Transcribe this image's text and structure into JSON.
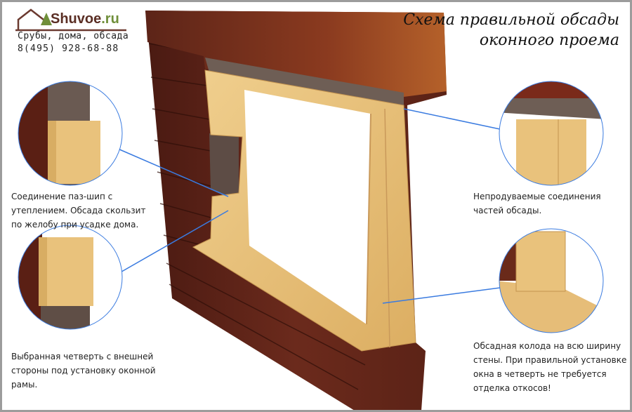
{
  "logo": {
    "name": "Shuvoe",
    "tld": ".ru",
    "tagline": "Срубы, дома, обсада",
    "phone": "8(495) 928-68-88"
  },
  "title": {
    "line1": "Схема правильной обсады",
    "line2": "оконного проема"
  },
  "notes": {
    "left_top": [
      "Соединение паз-шип с",
      "утеплением. Обсада скользит",
      "по желобу при усадке дома."
    ],
    "left_bottom": [
      "Выбранная четверть с внешней",
      "стороны под установку оконной",
      "рамы."
    ],
    "right_top": [
      "Непродуваемые соединения",
      "частей обсады."
    ],
    "right_bottom": [
      "Обсадная колода на всю ширину",
      "стены. При правильной установке",
      "окна в четверть не требуется",
      "отделка откосов!"
    ]
  },
  "colors": {
    "wall": "#5e2418",
    "wood": "#e9c27c",
    "callout_line": "#3a7be0",
    "brand": "#5a2e24",
    "brand_accent": "#6f8f3a"
  }
}
